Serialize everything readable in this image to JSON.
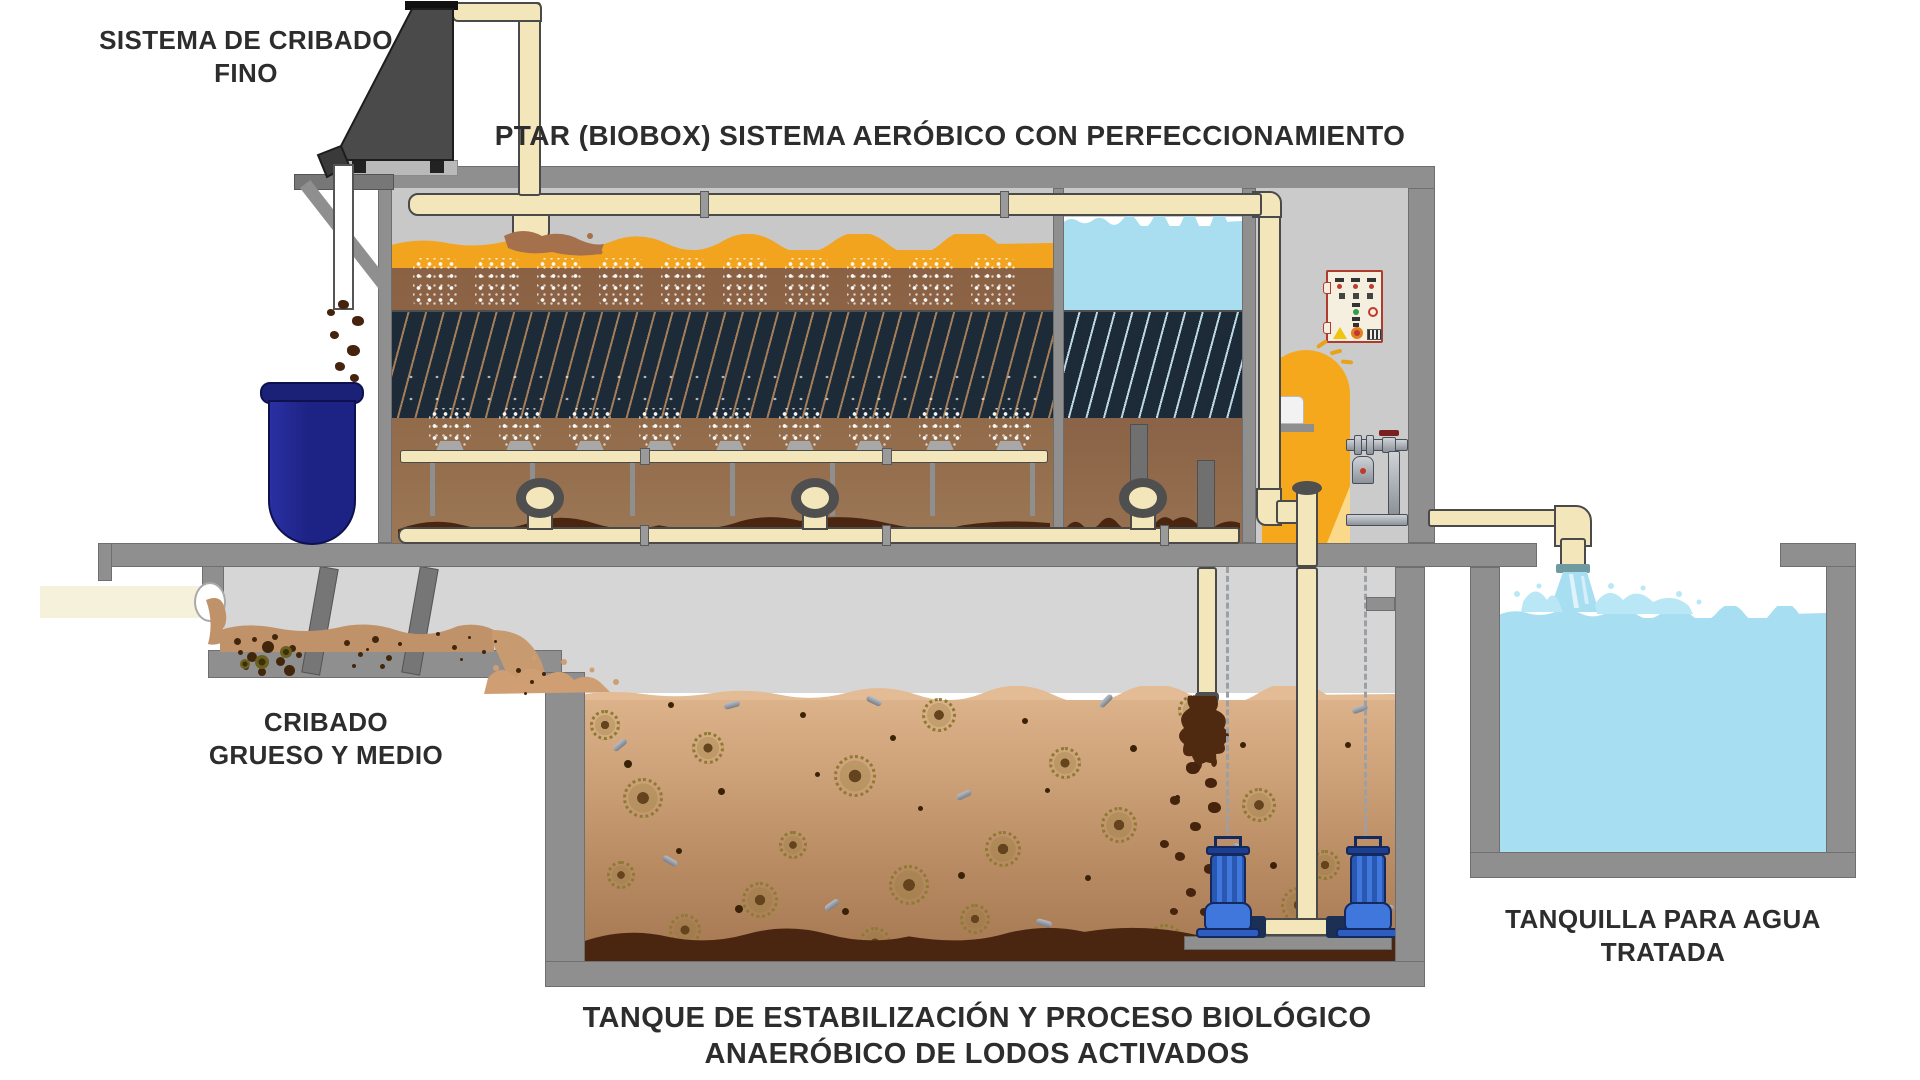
{
  "labels": {
    "fine_screening": {
      "line1": "SISTEMA DE CRIBADO",
      "line2": "FINO"
    },
    "ptar_title": "PTAR (BIOBOX) SISTEMA AERÓBICO CON PERFECCIONAMIENTO",
    "coarse_screening": {
      "line1": "CRIBADO",
      "line2": "GRUESO Y MEDIO"
    },
    "stabilization_tank": {
      "line1": "TANQUE DE ESTABILIZACIÓN Y PROCESO BIOLÓGICO",
      "line2": "ANAERÓBICO DE LODOS ACTIVADOS"
    },
    "treated_water": {
      "line1": "TANQUILLA PARA AGUA",
      "line2": "TRATADA"
    }
  },
  "colors": {
    "wall": "#8f8f8f",
    "headspace": "#c8c8c8",
    "headspace_lower": "#d6d6d6",
    "pipe": "#f2e6ba",
    "pipe_pale": "#f6f1da",
    "scum": "#f2a41f",
    "media": "#1d2a37",
    "water_aer_top": "#8a6144",
    "water_aer_bot": "#9c7857",
    "water_cla": "#a9def1",
    "brown_cla": "#8a6348",
    "sludge": "#4a2510",
    "tank_top": "#dcb28a",
    "tank_bot": "#a87b55",
    "clear_water": "#a8def2",
    "bucket": "#1d2384",
    "hopper": "#4a4a4a",
    "blower": "#f6a81c",
    "pump": "#3f77dc",
    "pump_dark": "#14295e",
    "panel_bg": "#f4efdf",
    "panel_border": "#b03a2e",
    "stream": "#c0926a"
  },
  "decor": {
    "bubbles_row1": [
      436,
      498,
      560,
      622,
      684,
      746,
      808,
      870,
      932,
      994
    ],
    "bubbles_row2": [
      450,
      520,
      590,
      660,
      730,
      800,
      870,
      940,
      1010
    ],
    "flocs": [
      [
        640,
        795,
        34
      ],
      [
        705,
        745,
        26
      ],
      [
        757,
        897,
        30
      ],
      [
        852,
        773,
        36
      ],
      [
        936,
        712,
        28
      ],
      [
        1000,
        846,
        30
      ],
      [
        906,
        882,
        34
      ],
      [
        1062,
        760,
        26
      ],
      [
        1116,
        822,
        30
      ],
      [
        1162,
        940,
        32
      ],
      [
        1256,
        802,
        28
      ],
      [
        682,
        927,
        26
      ],
      [
        602,
        722,
        24
      ],
      [
        1190,
        707,
        24
      ],
      [
        790,
        842,
        22
      ],
      [
        872,
        940,
        26
      ],
      [
        1296,
        902,
        30
      ],
      [
        618,
        872,
        22
      ],
      [
        972,
        916,
        24
      ],
      [
        1322,
        862,
        24
      ]
    ],
    "dots_tank": [
      [
        624,
        760,
        8
      ],
      [
        668,
        702,
        6
      ],
      [
        718,
        788,
        7
      ],
      [
        676,
        848,
        6
      ],
      [
        735,
        905,
        8
      ],
      [
        800,
        712,
        6
      ],
      [
        815,
        772,
        5
      ],
      [
        842,
        908,
        7
      ],
      [
        890,
        735,
        6
      ],
      [
        918,
        806,
        5
      ],
      [
        958,
        872,
        7
      ],
      [
        1022,
        718,
        6
      ],
      [
        1045,
        788,
        5
      ],
      [
        1085,
        875,
        6
      ],
      [
        1130,
        745,
        7
      ],
      [
        1175,
        795,
        5
      ],
      [
        1240,
        742,
        6
      ],
      [
        1270,
        862,
        7
      ],
      [
        1310,
        795,
        5
      ],
      [
        1345,
        742,
        6
      ],
      [
        925,
        948,
        6
      ],
      [
        1105,
        942,
        5
      ]
    ],
    "dashes": [
      [
        612,
        742,
        -40
      ],
      [
        662,
        858,
        30
      ],
      [
        724,
        702,
        -15
      ],
      [
        772,
        952,
        20
      ],
      [
        824,
        902,
        -35
      ],
      [
        866,
        698,
        25
      ],
      [
        956,
        792,
        -25
      ],
      [
        1036,
        920,
        15
      ],
      [
        1098,
        698,
        -45
      ],
      [
        1232,
        846,
        35
      ],
      [
        1352,
        706,
        -20
      ],
      [
        1378,
        905,
        0
      ]
    ],
    "clumps_fall": [
      [
        1186,
        762,
        14
      ],
      [
        1205,
        778,
        12
      ],
      [
        1170,
        796,
        10
      ],
      [
        1208,
        802,
        13
      ],
      [
        1190,
        822,
        11
      ],
      [
        1175,
        852,
        10
      ],
      [
        1204,
        864,
        12
      ],
      [
        1186,
        888,
        10
      ],
      [
        1160,
        840,
        9
      ],
      [
        1200,
        908,
        9
      ],
      [
        1170,
        908,
        8
      ]
    ],
    "clumps_bucket": [
      [
        338,
        300,
        11
      ],
      [
        352,
        316,
        12
      ],
      [
        330,
        331,
        9
      ],
      [
        347,
        345,
        13
      ],
      [
        335,
        362,
        10
      ],
      [
        350,
        374,
        9
      ],
      [
        340,
        387,
        8
      ],
      [
        327,
        309,
        8
      ]
    ],
    "specks_dense": [
      [
        234,
        638,
        7
      ],
      [
        247,
        652,
        10
      ],
      [
        262,
        641,
        12
      ],
      [
        276,
        657,
        9
      ],
      [
        289,
        645,
        7
      ],
      [
        243,
        664,
        6
      ],
      [
        258,
        668,
        8
      ],
      [
        272,
        634,
        6
      ],
      [
        284,
        665,
        11
      ],
      [
        238,
        650,
        5
      ],
      [
        296,
        652,
        6
      ],
      [
        252,
        637,
        5
      ]
    ],
    "specks_olive": [
      [
        255,
        655,
        14
      ],
      [
        280,
        646,
        12
      ],
      [
        240,
        659,
        10
      ]
    ],
    "specks_med": [
      [
        344,
        640,
        6
      ],
      [
        358,
        652,
        5
      ],
      [
        372,
        636,
        7
      ],
      [
        386,
        655,
        6
      ],
      [
        398,
        642,
        4
      ],
      [
        352,
        664,
        4
      ],
      [
        380,
        664,
        5
      ],
      [
        366,
        648,
        3
      ]
    ],
    "specks_sparse": [
      [
        436,
        632,
        4
      ],
      [
        452,
        645,
        5
      ],
      [
        468,
        636,
        3
      ],
      [
        482,
        650,
        4
      ],
      [
        494,
        640,
        3
      ],
      [
        460,
        658,
        3
      ]
    ],
    "specks_cascade": [
      [
        516,
        668,
        5
      ],
      [
        530,
        680,
        4
      ],
      [
        542,
        672,
        4
      ],
      [
        524,
        692,
        3
      ]
    ]
  }
}
